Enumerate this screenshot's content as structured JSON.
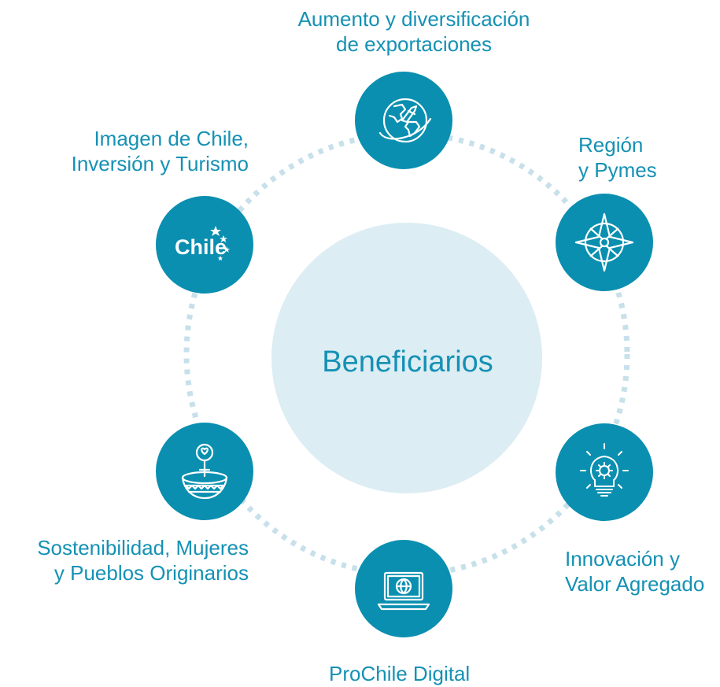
{
  "center": {
    "label": "Beneficiarios"
  },
  "nodes": [
    {
      "id": "exportaciones",
      "lines": [
        "Aumento y diversificación",
        "de exportaciones"
      ],
      "icon": "globe-airplane-icon"
    },
    {
      "id": "region",
      "lines": [
        "Región",
        "y Pymes"
      ],
      "icon": "compass-rose-icon"
    },
    {
      "id": "innovacion",
      "lines": [
        "Innovación y",
        "Valor Agregado"
      ],
      "icon": "lightbulb-gear-icon"
    },
    {
      "id": "digital",
      "lines": [
        "ProChile Digital"
      ],
      "icon": "laptop-globe-icon"
    },
    {
      "id": "sostenibilidad",
      "lines": [
        "Sostenibilidad, Mujeres",
        "y Pueblos Originarios"
      ],
      "icon": "basket-female-symbol-icon"
    },
    {
      "id": "imagen",
      "lines": [
        "Imagen de Chile,",
        "Inversión y Turismo"
      ],
      "icon": "chile-logo-icon",
      "logo_text": "Chile"
    }
  ],
  "colors": {
    "node_fill": "#0a8fb0",
    "center_fill": "#dcedf3",
    "ring_dots": "#c7e0ea",
    "text": "#1591b4",
    "icon_stroke": "#ffffff"
  }
}
